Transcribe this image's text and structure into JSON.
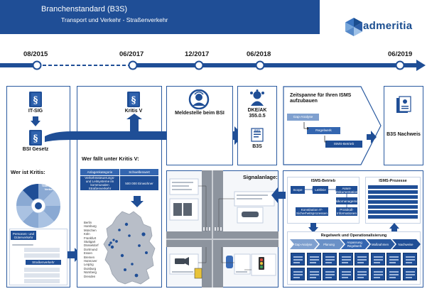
{
  "header": {
    "title": "Branchenstandard (B3S)",
    "subtitle": "Transport und Verkehr - Straßenverkehr",
    "brand": "admeritia",
    "accent_color": "#1f4e96"
  },
  "timeline": {
    "dates": [
      "08/2015",
      "06/2017",
      "12/2017",
      "06/2018",
      "06/2019"
    ]
  },
  "col1": {
    "itsig_label": "IT-SIG",
    "bsig_label": "BSI Gesetz",
    "kritis_heading": "Wer ist Kritis:",
    "wheel_label": "Transport & Verkehr",
    "list_header": "Personen- und Güterverkehr",
    "list_highlight": "Straßenverkehr"
  },
  "col2": {
    "kritisv_label": "Kritis V",
    "heading": "Wer fällt unter Kritis V:",
    "table_head_1": "Anlagenkategorie",
    "table_head_2": "Schwellenwert",
    "table_cell_1": "Verkehrssteuerungs- und Leitsysteme im kommunalen Straßenverkehr",
    "table_cell_2": "500 000 Einwohner",
    "cities": [
      "Berlin",
      "Hamburg",
      "München",
      "Köln",
      "Frankfurt",
      "Stuttgart",
      "Düsseldorf",
      "Dortmund",
      "Essen",
      "Bremen",
      "Hannover",
      "Leipzig",
      "Duisburg",
      "Nürnberg",
      "Dresden"
    ]
  },
  "col3": {
    "meldestelle_label": "Meldestelle beim BSI"
  },
  "col4": {
    "dke_label": "DKE/AK 355.0.5",
    "b3s_label": "B3S",
    "doc_label": "B3S"
  },
  "col5": {
    "zeitspanne_label": "Zeitspanne für Ihren ISMS aufzubauen",
    "stairs": [
      "Gap-Analyse",
      "Regelwerk",
      "ISMS-Betrieb"
    ],
    "b3s_nachweis_label": "B3S Nachweis"
  },
  "bottom": {
    "signalanlage_heading": "Signalanlage:",
    "isms_betrieb_title": "ISMS-Betrieb",
    "isms_boxes": [
      "Scope",
      "Leitlinie",
      "Asset-Dokumentation",
      "Konstitution IT-Sicherheitsprozessen",
      "Protokoll-Informationen",
      "Risikomanagement"
    ],
    "isms_prozesse_title": "ISMS-Prozesse",
    "regelwerk_title": "Regelwerk und Operationalisierung",
    "flow_steps": [
      "Gap-Analyse",
      "Planung",
      "Anpassung Regelwerk",
      "Maßnahmen",
      "Nachweise"
    ]
  }
}
